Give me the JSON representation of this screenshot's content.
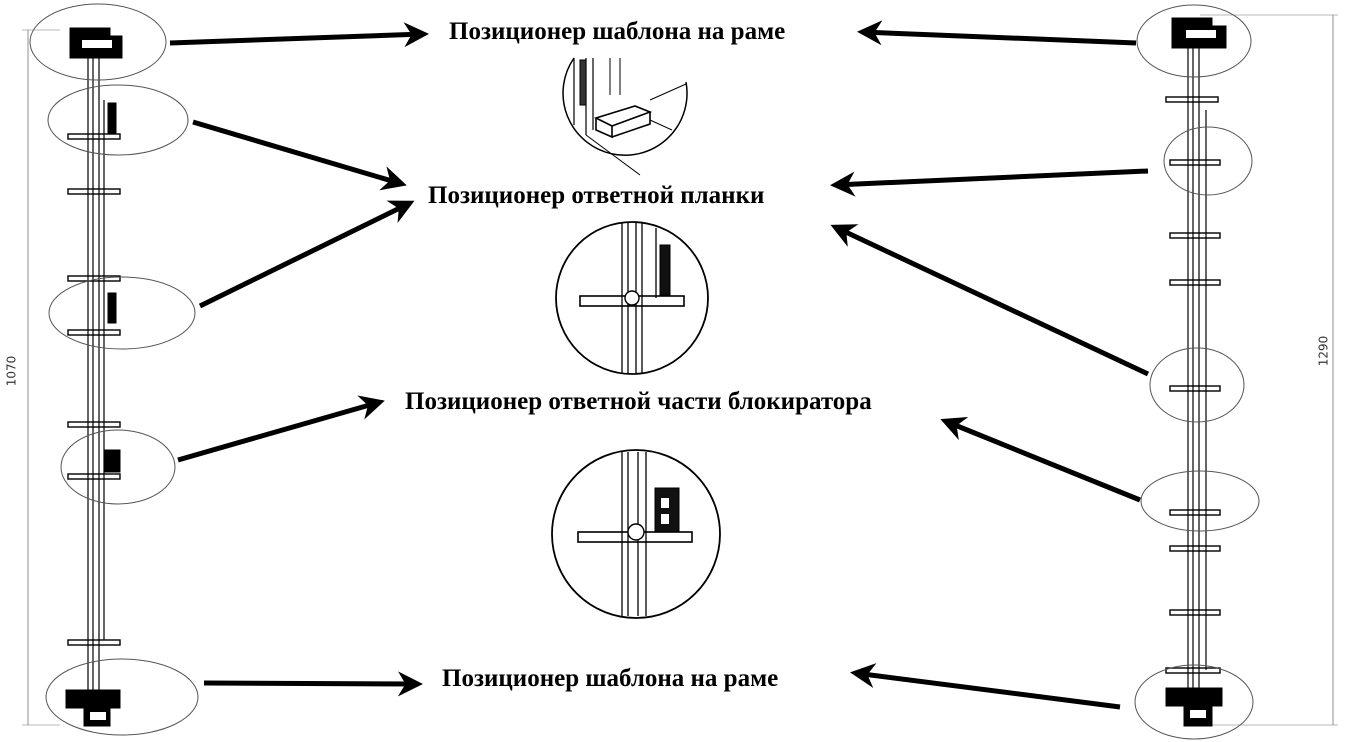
{
  "labels": {
    "top": "Позиционер шаблона на раме",
    "striker": "Позиционер ответной планки",
    "lock": "Позиционер ответной части блокиратора",
    "bottom": "Позиционер шаблона на раме"
  },
  "dimensions": {
    "left": "1070",
    "right": "1290"
  }
}
